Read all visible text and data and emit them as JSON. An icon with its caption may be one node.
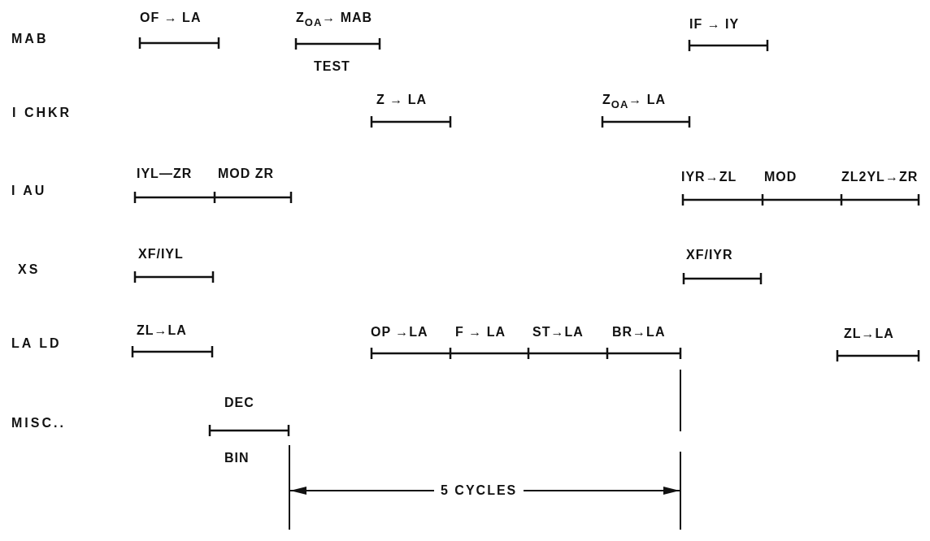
{
  "diagram": {
    "labels": [
      "MAB",
      "OF → LA",
      "Z$_{OA}$→ MAB",
      "TEST",
      "IF → IY",
      "I  CHKR",
      "Z → LA",
      "Z$_{OA}$→ LA",
      "I  AU",
      "IYL—ZR",
      "MOD ZR",
      "IYR→ZL",
      "MOD",
      "ZL2YL→ZR",
      "XS",
      "XF/IYL",
      "XF/IYR",
      "LA  LD",
      "ZL→LA",
      "OP →LA",
      "F → LA",
      "ST→LA",
      "BR→LA",
      "ZL→LA",
      "MISC..",
      "DEC",
      "BIN",
      "5   CYCLES"
    ]
  }
}
